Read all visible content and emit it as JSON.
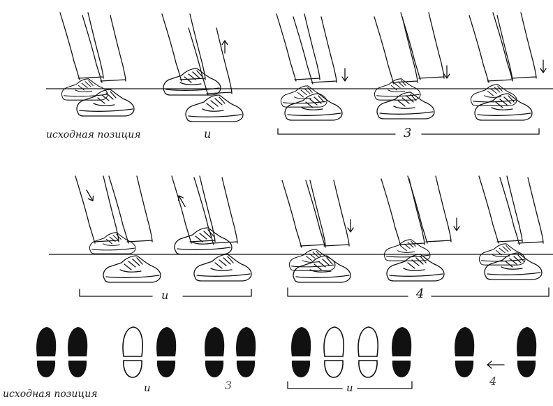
{
  "rows": [
    {
      "labels": {
        "start": "исходная позиция",
        "and": "и",
        "three": "3"
      }
    },
    {
      "labels": {
        "and": "и",
        "four": "4"
      }
    }
  ],
  "footprints": {
    "labels": {
      "start": "исходная позиция",
      "and1": "и",
      "three": "3",
      "and2": "и",
      "four": "4"
    }
  },
  "colors": {
    "ink": "#111111",
    "background": "#ffffff"
  },
  "icons": [
    "shoe-icon",
    "trouser-leg-icon",
    "arrow-up-icon",
    "arrow-down-icon",
    "arrow-left-icon",
    "footprint-icon"
  ]
}
